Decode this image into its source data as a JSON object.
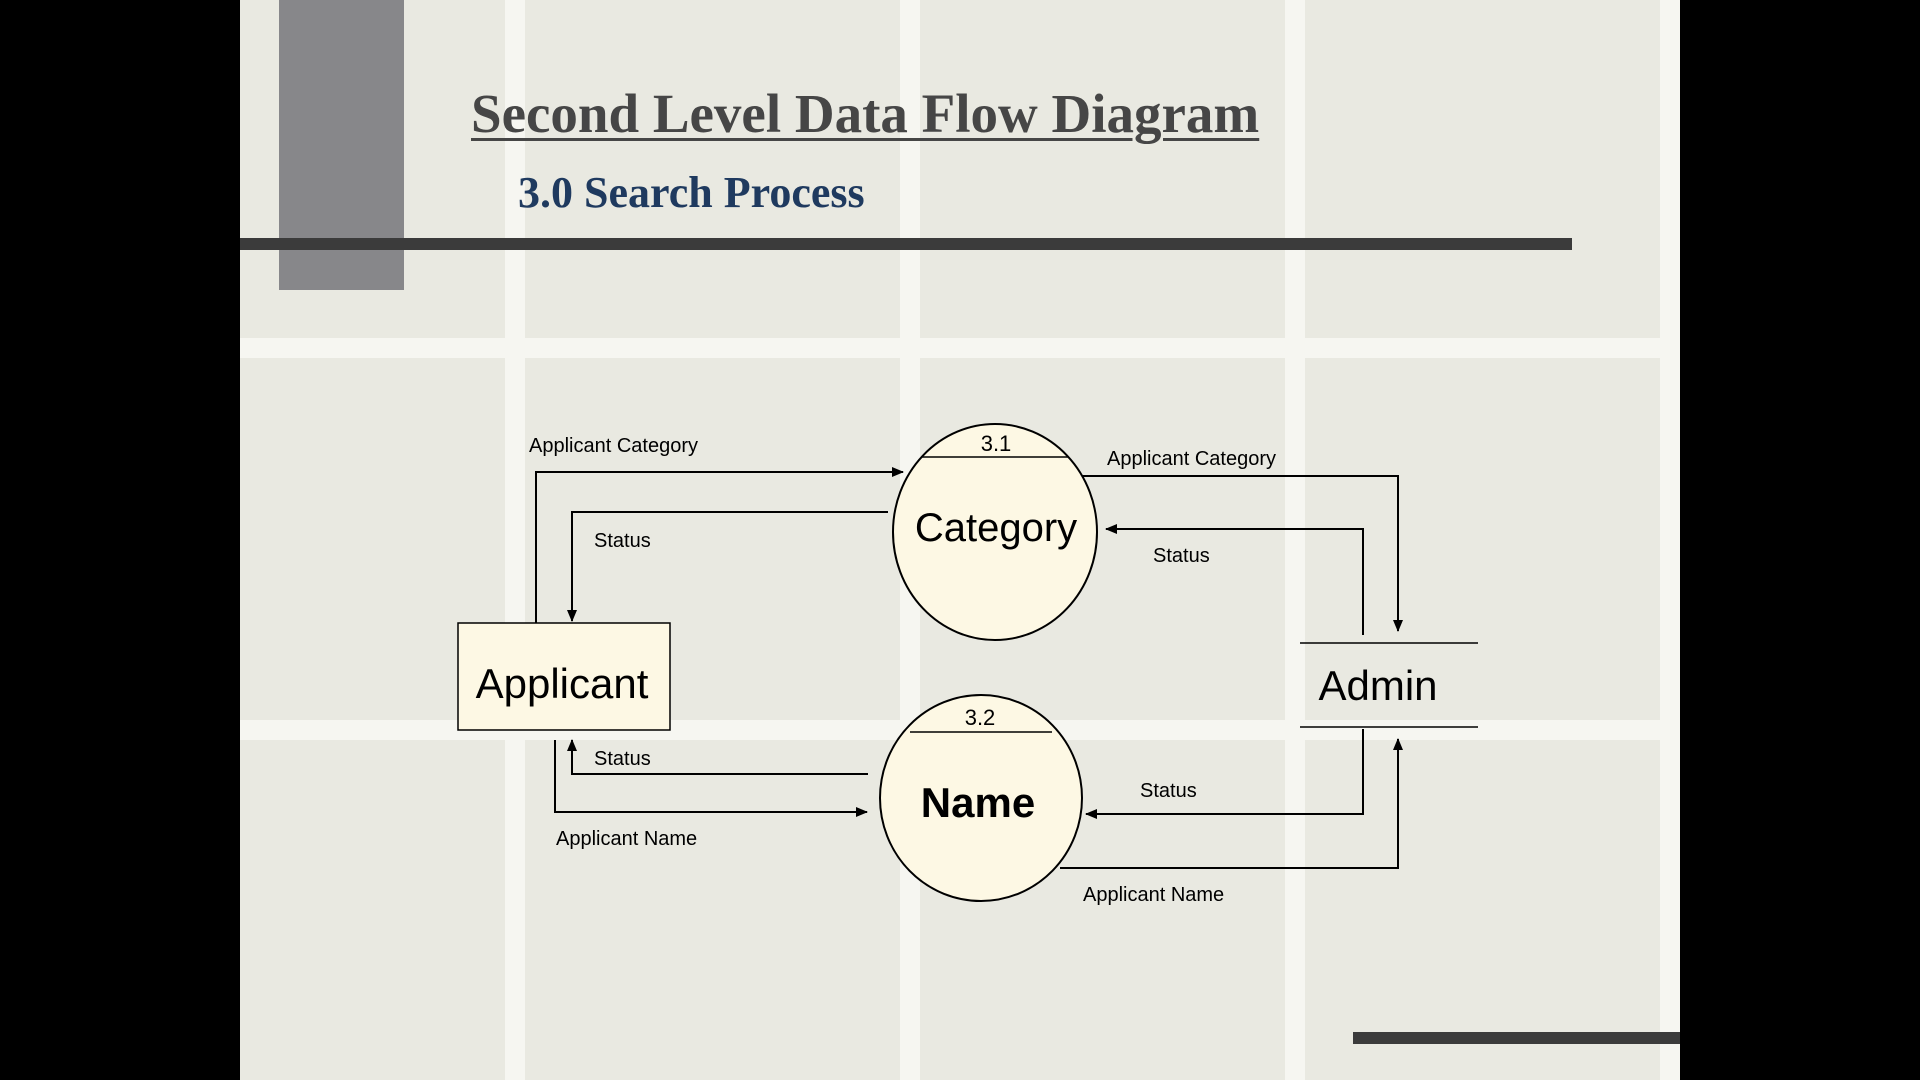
{
  "slide": {
    "title": "Second Level Data Flow Diagram",
    "subtitle": "3.0 Search Process"
  },
  "diagram": {
    "entities": {
      "applicant": "Applicant",
      "admin": "Admin"
    },
    "processes": [
      {
        "number": "3.1",
        "name": "Category"
      },
      {
        "number": "3.2",
        "name": "Name"
      }
    ],
    "flows": {
      "applicant_to_category": "Applicant Category",
      "category_to_applicant": "Status",
      "category_to_admin": "Applicant Category",
      "admin_to_category": "Status",
      "name_to_applicant": "Status",
      "applicant_to_name": "Applicant Name",
      "admin_to_name": "Status",
      "name_to_admin": "Applicant Name"
    }
  },
  "colors": {
    "process_fill": "#fdf8e4",
    "entity_fill": "#fdf8e4",
    "title_text": "#464646",
    "subtitle_text": "#1f3a5f"
  }
}
